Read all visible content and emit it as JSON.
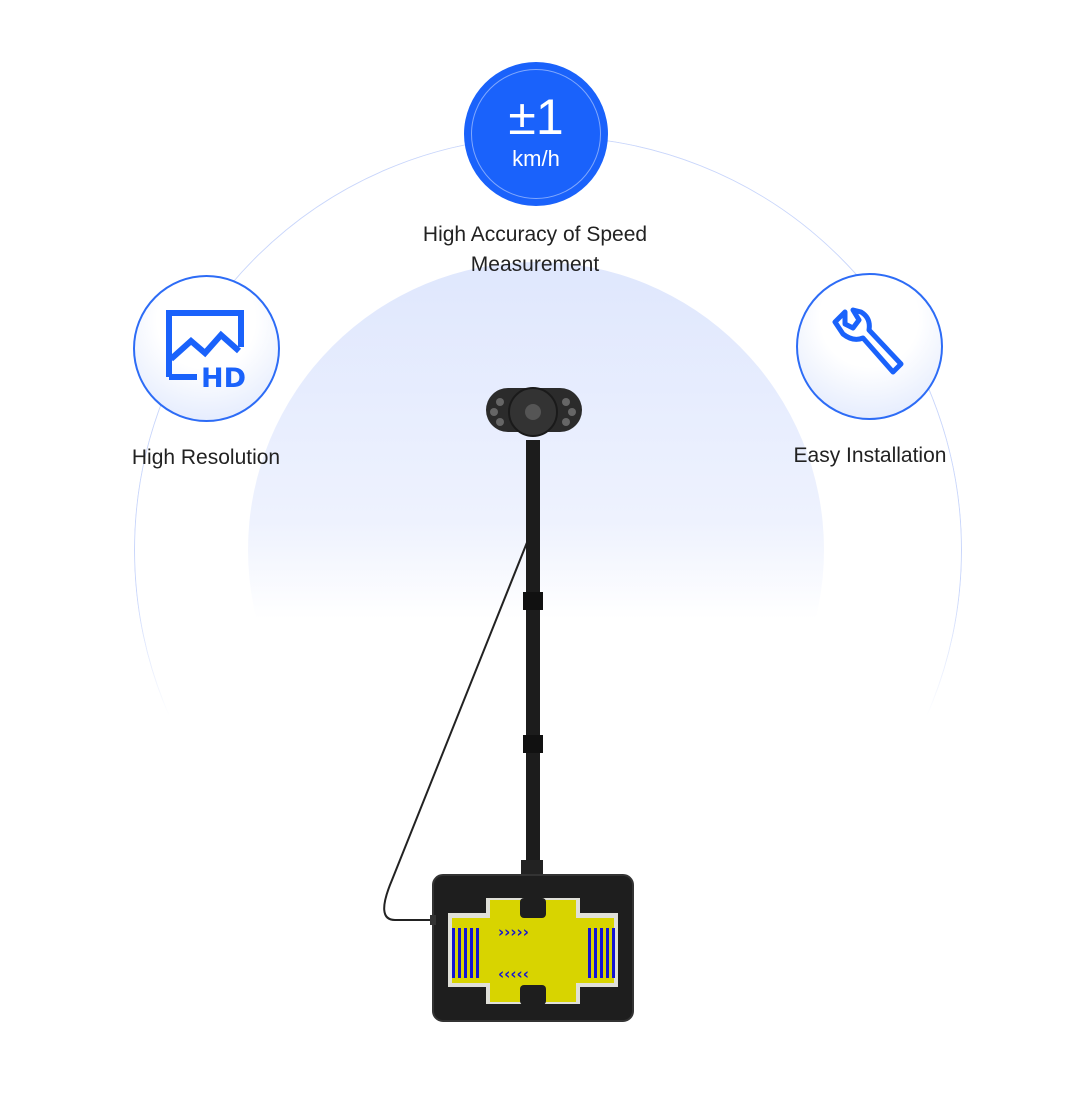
{
  "features": [
    {
      "icon": "speed-accuracy-badge",
      "value": "±1",
      "unit": "km/h",
      "label_line1": "High Accuracy of Speed",
      "label_line2": "Measurement"
    },
    {
      "icon": "hd-image-icon",
      "label": "High Resolution"
    },
    {
      "icon": "wrench-icon",
      "label": "Easy Installation"
    }
  ],
  "colors": {
    "accent": "#1a62fb",
    "ring": "#c9d6fb",
    "device_yellow": "#d8d400",
    "device_blue": "#1414d0"
  }
}
